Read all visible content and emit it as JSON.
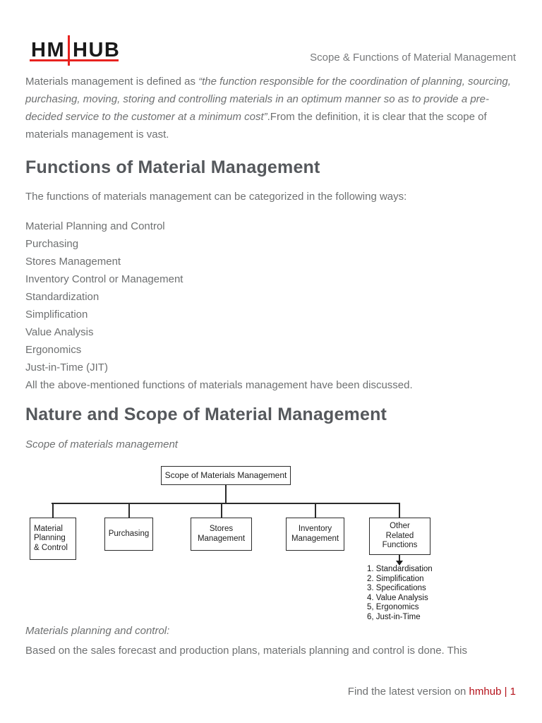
{
  "page": {
    "logo": {
      "left": "HM",
      "right": "HUB"
    },
    "doc_title": "Scope & Functions of Material Management"
  },
  "colors": {
    "logo_red": "#e8231f",
    "footer_link_red": "#b5121b",
    "body_text_gray": "#6e7071",
    "heading_gray": "#55585c",
    "diagram_black": "#1f1f1f"
  },
  "intro": {
    "prefix": "Materials management is defined as ",
    "quote": "“the function responsible for the coordination of planning, sourcing, purchasing, moving, storing and controlling materials in an optimum manner so as to provide a pre-decided service to the customer at a minimum cost”",
    "suffix": ".From the definition, it is clear that the scope of materials management is vast."
  },
  "functions_section": {
    "heading": "Functions of Material Management",
    "lead": "The functions of materials management can be categorized in the following ways:",
    "items": [
      "Material Planning and Control",
      "Purchasing",
      "Stores Management",
      "Inventory Control or Management",
      "Standardization",
      "Simplification",
      "Value Analysis",
      "Ergonomics",
      "Just-in-Time (JIT)"
    ],
    "closing": "All the above-mentioned functions of materials management have been discussed."
  },
  "nature_section": {
    "heading": "Nature and Scope of Material Management",
    "caption": "Scope of materials management"
  },
  "diagram": {
    "root": "Scope of Materials Management",
    "boxes": [
      "Material\nPlanning\n& Control",
      "Purchasing",
      "Stores\nManagement",
      "Inventory\nManagement",
      "Other\nRelated\nFunctions"
    ],
    "other_related_items": [
      "1. Standardisation",
      "2. Simplification",
      "3. Specifications",
      "4. Value Analysis",
      "5, Ergonomics",
      "6, Just-in-Time"
    ]
  },
  "planning_section": {
    "caption": "Materials planning and control:",
    "body": "Based on the sales forecast and production plans, materials planning and control is done. This"
  },
  "footer": {
    "prefix": "Find the latest version on ",
    "link": "hmhub | 1"
  }
}
